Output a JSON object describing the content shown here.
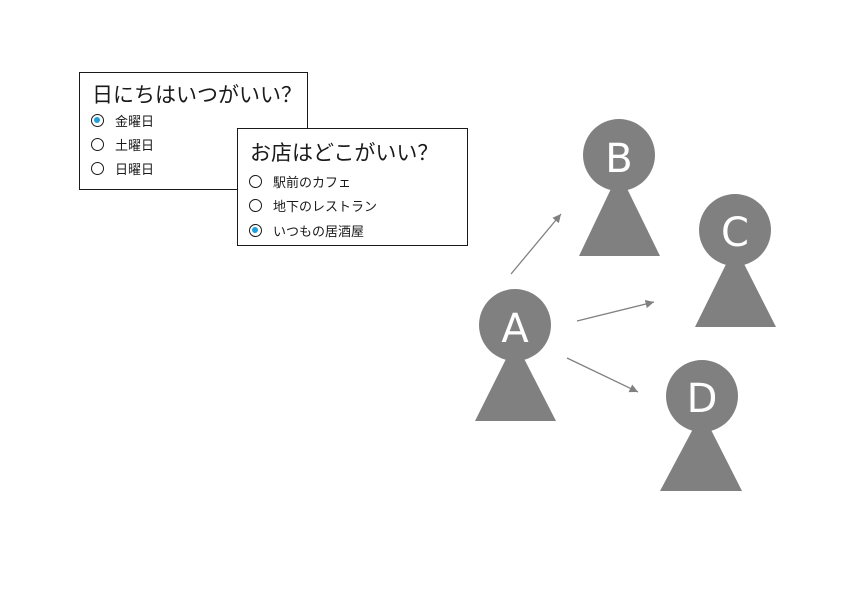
{
  "polls": [
    {
      "question": "日にちはいつがいい？",
      "options": [
        {
          "label": "金曜日",
          "selected": true
        },
        {
          "label": "土曜日",
          "selected": false
        },
        {
          "label": "日曜日",
          "selected": false
        }
      ]
    },
    {
      "question": "お店はどこがいい？",
      "options": [
        {
          "label": "駅前のカフェ",
          "selected": false
        },
        {
          "label": "地下のレストラン",
          "selected": false
        },
        {
          "label": "いつもの居酒屋",
          "selected": true
        }
      ]
    }
  ],
  "people": [
    {
      "id": "A",
      "label": "A"
    },
    {
      "id": "B",
      "label": "B"
    },
    {
      "id": "C",
      "label": "C"
    },
    {
      "id": "D",
      "label": "D"
    }
  ],
  "edges": [
    {
      "from": "A",
      "to": "B"
    },
    {
      "from": "A",
      "to": "C"
    },
    {
      "from": "A",
      "to": "D"
    }
  ],
  "colors": {
    "person": "#808080",
    "person_label": "#ffffff",
    "arrow": "#808080",
    "radio_selected": "#1ea0db",
    "border": "#1a1a1a"
  }
}
